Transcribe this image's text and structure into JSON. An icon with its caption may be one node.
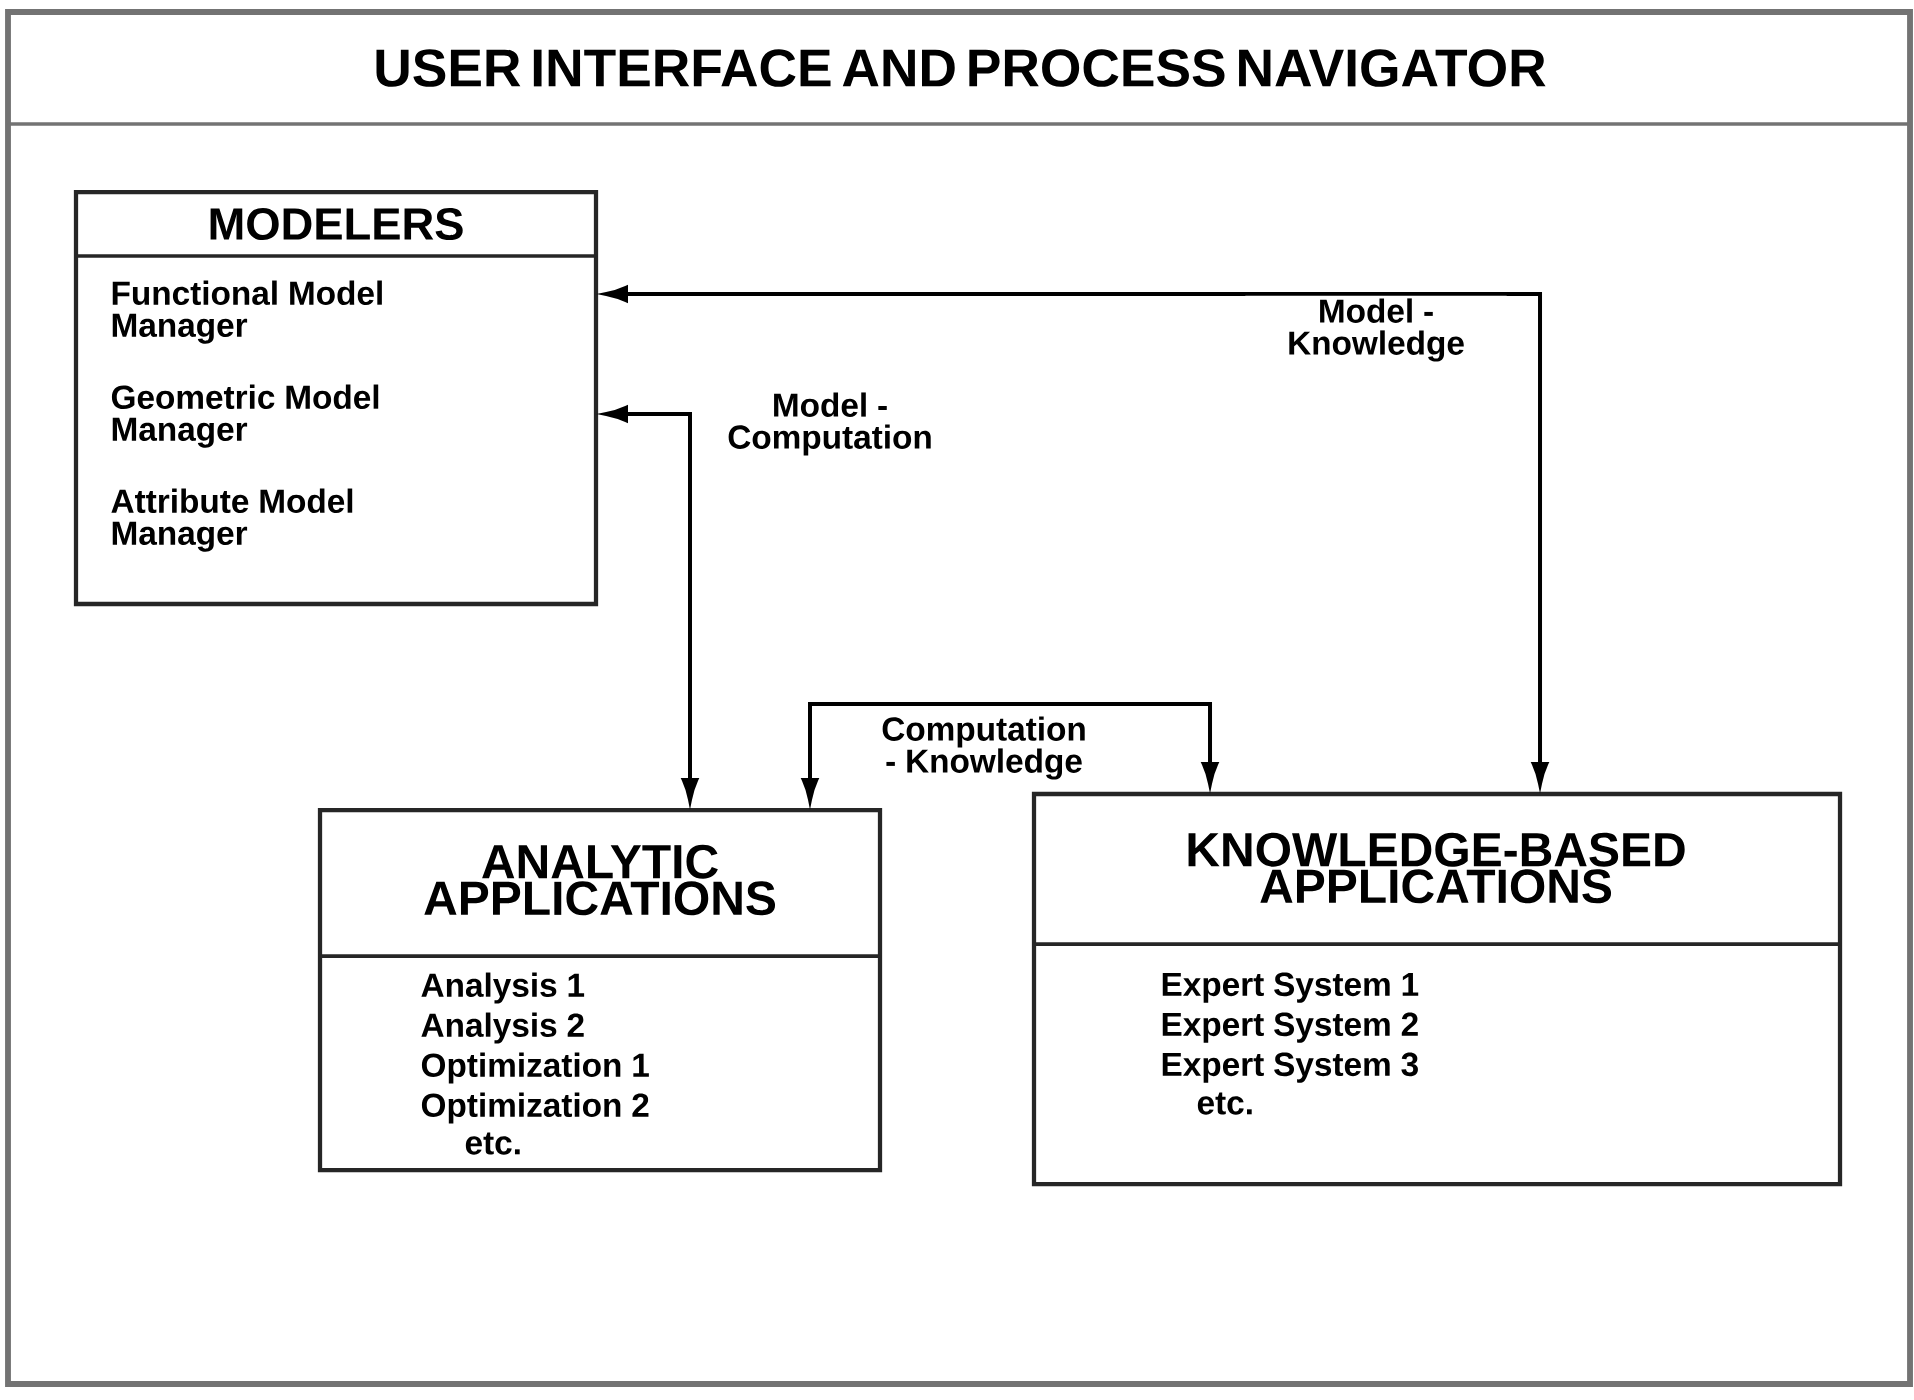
{
  "diagram": {
    "nodes": [
      {
        "text": [
          "USER INTERFACE AND PROCESS NAVIGATOR"
        ]
      },
      {
        "text": [
          "MODELERS",
          "Functional Model Manager",
          "Geometric Model Manager",
          "Attribute Model Manager"
        ],
        "in": 0
      },
      {
        "text": [
          "ANALYTIC APPLICATIONS",
          "Analysis 1",
          "Analysis 2",
          "Optimization 1",
          "Optimization 2",
          "etc."
        ],
        "in": 0
      },
      {
        "text": [
          "KNOWLEDGE-BASED APPLICATIONS",
          "Expert System 1",
          "Expert System 2",
          "Expert System 3",
          "etc."
        ],
        "in": 0
      }
    ],
    "edges": [
      {
        "from": 1,
        "to": 2,
        "arrow": "both",
        "label": "Model - Computation"
      },
      {
        "from": 1,
        "to": 3,
        "arrow": "both",
        "label": "Model - Knowledge"
      },
      {
        "from": 2,
        "to": 3,
        "arrow": "both",
        "label": "Computation - Knowledge"
      }
    ]
  }
}
